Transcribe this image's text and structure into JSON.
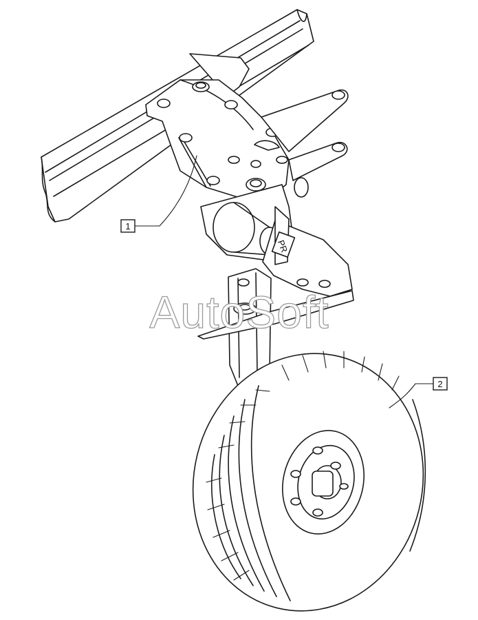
{
  "watermark": "AutoSoft",
  "callouts": [
    {
      "number": "1"
    },
    {
      "number": "2"
    }
  ],
  "sticker_text": "PR",
  "colors": {
    "line": "#1a1a1a",
    "background": "#ffffff",
    "watermark_outline": "#9a9a9a"
  }
}
